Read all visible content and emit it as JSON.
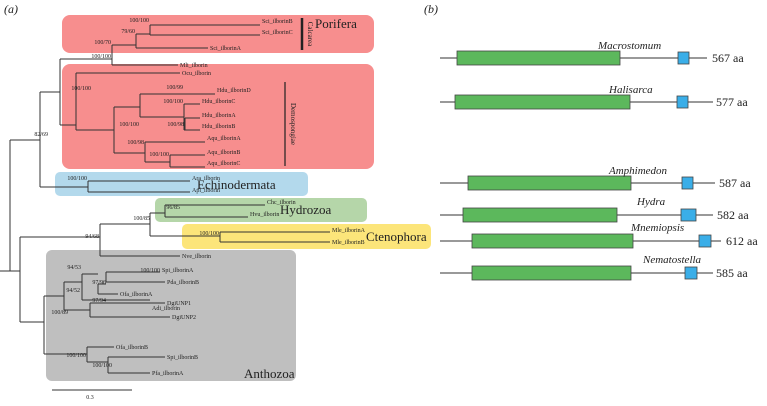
{
  "panels": {
    "a": "(a)",
    "b": "(b)"
  },
  "clade_colors": {
    "Porifera": "#f78e8e",
    "Echinodermata": "#b3d9ec",
    "Hydrozoa": "#b5d6a9",
    "Ctenophora": "#fce57a",
    "Anthozoa": "#bfbfbf"
  },
  "clades": {
    "porifera": "Porifera",
    "calcarea": "Calcarea",
    "demospongiae": "Demospongiae",
    "echinodermata": "Echinodermata",
    "hydrozoa": "Hydrozoa",
    "ctenophora": "Ctenophora",
    "anthozoa": "Anthozoa"
  },
  "leaves": {
    "sci_b": "Sci_ilborinB",
    "sci_c": "Sci_ilborinC",
    "sci_a": "Sci_ilborinA",
    "mli": "Mli_ilborin",
    "ocu": "Ocu_ilborin",
    "hdu_d": "Hdu_ilborinD",
    "hdu_c": "Hdu_ilborinC",
    "hdu_a": "Hdu_ilborinA",
    "hdu_b": "Hdu_ilborinB",
    "aqu_a": "Aqu_ilborinA",
    "aqu_b": "Aqu_ilborinB",
    "aqu_c": "Aqu_ilborinC",
    "ara": "Ara_ilborin",
    "apl": "Apl_ilborin",
    "chc": "Chc_ilborin",
    "hvu": "Hvu_ilborin",
    "mle_a": "Mle_ilborinA",
    "mle_b": "Mle_ilborinB",
    "nve": "Nve_ilborin",
    "spi_a": "Spi_ilborinA",
    "pda": "Pda_ilborinB",
    "ofa_a": "Ofa_ilborinA",
    "adi": "Adi_ilborin",
    "dgi1": "DgiUNP1",
    "dgi2": "DgiUNP2",
    "ofa_b": "Ofa_ilborinB",
    "spi_b": "Spi_ilborinB",
    "pfa_a": "Pfa_ilborinA"
  },
  "support": {
    "s1": "100/100",
    "s2": "79/60",
    "s3": "100/70",
    "s4": "100/100",
    "s5": "100/99",
    "s6": "100/100",
    "s7": "100/98",
    "s8": "100/100",
    "s9": "100/98",
    "s10": "100/100",
    "s11": "100/100",
    "s12": "82/69",
    "s13": "100/100",
    "s14": "96/85",
    "s15": "100/85",
    "s16": "100/100",
    "s17": "94/68",
    "s18": "94/53",
    "s19": "100/100",
    "s20": "97/96",
    "s21": "97/94",
    "s22": "94/52",
    "s23": "100/89",
    "s24": "100/100",
    "s25": "100/100"
  },
  "scale_bar": "0.3",
  "proteins": [
    {
      "species": "Macrostomum",
      "length": "567 aa",
      "length_aa": 567
    },
    {
      "species": "Halisarca",
      "length": "577 aa",
      "length_aa": 577
    },
    {
      "species": "Amphimedon",
      "length": "587 aa",
      "length_aa": 587
    },
    {
      "species": "Hydra",
      "length": "582 aa",
      "length_aa": 582
    },
    {
      "species": "Mnemiopsis",
      "length": "612 aa",
      "length_aa": 612
    },
    {
      "species": "Nematostella",
      "length": "585 aa",
      "length_aa": 585
    }
  ],
  "domain_colors": {
    "green": "#5cb85c",
    "blue": "#3aaee8"
  }
}
